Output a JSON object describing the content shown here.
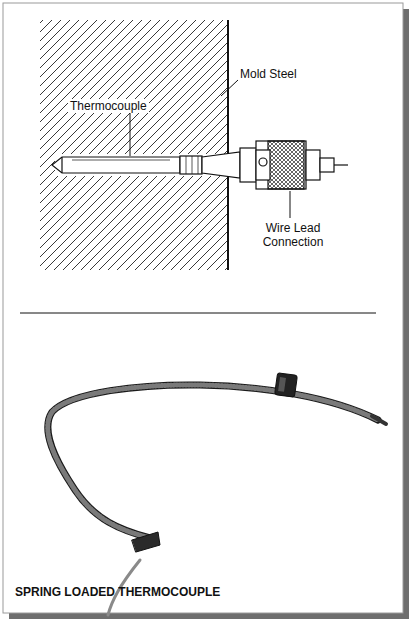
{
  "diagram": {
    "caption": "SPRING LOADED THERMOCOUPLE",
    "labels": [
      "Thermocouple",
      "Mold Steel",
      "Wire Lead Connection"
    ]
  }
}
